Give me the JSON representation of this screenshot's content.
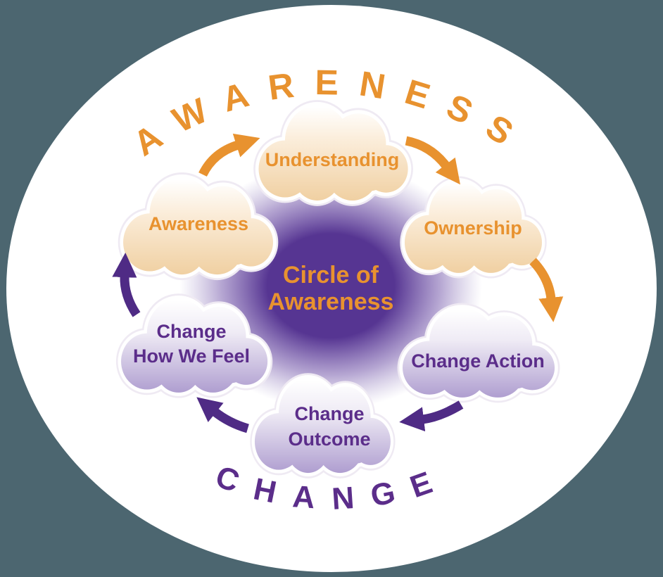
{
  "diagram": {
    "title": "Circle of Awareness",
    "arc_top_label": "AWARENESS",
    "arc_bottom_label": "CHANGE",
    "center_title": {
      "line1": "Circle of",
      "line2": "Awareness"
    },
    "clouds": {
      "understanding": {
        "label": "Understanding"
      },
      "ownership": {
        "label": "Ownership"
      },
      "awareness": {
        "label": "Awareness"
      },
      "change_action": {
        "label": "Change Action"
      },
      "change_outcome": {
        "line1": "Change",
        "line2": "Outcome"
      },
      "change_how_we_feel": {
        "line1": "Change",
        "line2": "How We Feel"
      }
    },
    "colors": {
      "outer_background": "#4C6670",
      "oval_canvas": "#FFFFFF",
      "orange": "#E8922F",
      "purple_text": "#5B2D8A",
      "purple_arrow": "#4F2B85",
      "center_glow": "#563592",
      "cloud_orange_bottom": "#F0D0A2",
      "cloud_purple_bottom": "#AF9ED0"
    }
  }
}
